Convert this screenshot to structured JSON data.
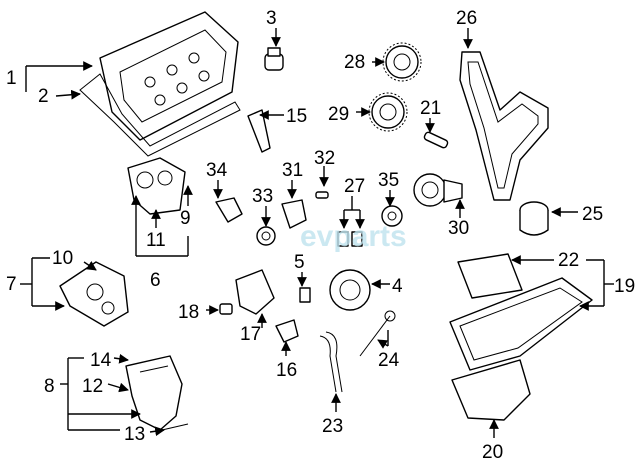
{
  "watermark": "evparts",
  "callouts": {
    "c1": "1",
    "c2": "2",
    "c3": "3",
    "c4": "4",
    "c5": "5",
    "c6": "6",
    "c7": "7",
    "c8": "8",
    "c9": "9",
    "c10": "10",
    "c11": "11",
    "c12": "12",
    "c13": "13",
    "c14": "14",
    "c15": "15",
    "c16": "16",
    "c17": "17",
    "c18": "18",
    "c19": "19",
    "c20": "20",
    "c21": "21",
    "c22": "22",
    "c23": "23",
    "c24": "24",
    "c25": "25",
    "c26": "26",
    "c27": "27",
    "c28": "28",
    "c29": "29",
    "c30": "30",
    "c31": "31",
    "c32": "32",
    "c33": "33",
    "c34": "34",
    "c35": "35"
  }
}
